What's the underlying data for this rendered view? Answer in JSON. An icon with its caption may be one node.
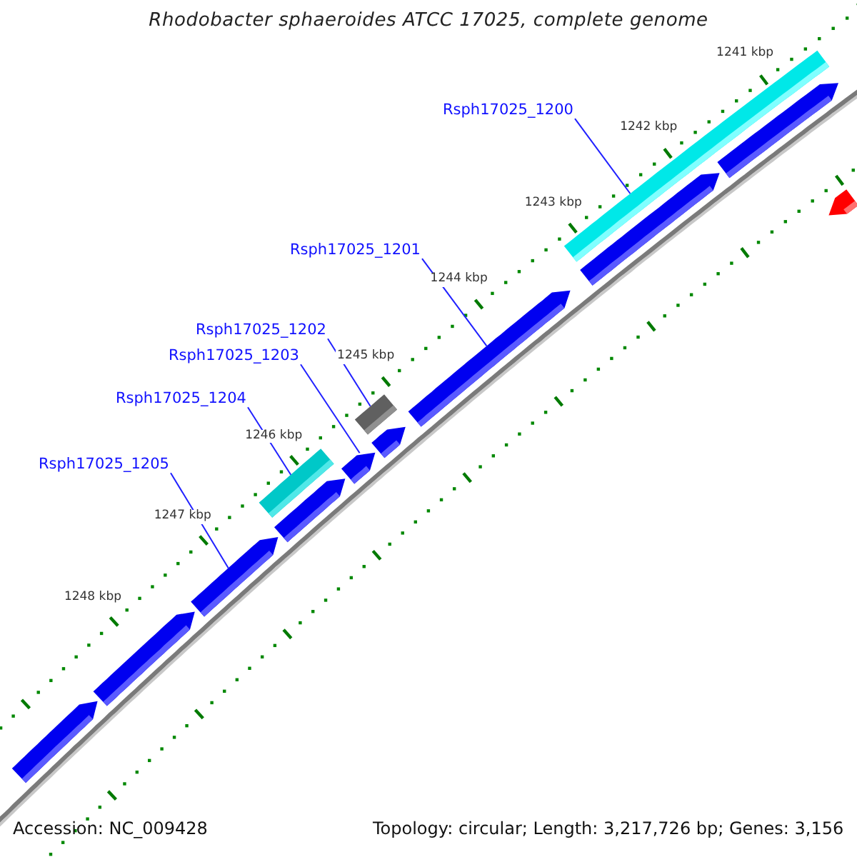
{
  "diagram": {
    "title": "Rhodobacter sphaeroides ATCC 17025, complete genome",
    "nodes": [
      {
        "text": [
          "Rsph17025_1200"
        ]
      },
      {
        "text": [
          "Rsph17025_1201"
        ]
      },
      {
        "text": [
          "Rsph17025_1202"
        ]
      },
      {
        "text": [
          "Rsph17025_1203"
        ]
      },
      {
        "text": [
          "Rsph17025_1204"
        ]
      },
      {
        "text": [
          "Rsph17025_1205"
        ]
      },
      {
        "text": [],
        "shape": "bar"
      },
      {
        "text": [],
        "shape": "bar"
      },
      {
        "text": [],
        "shape": "bar"
      },
      {
        "text": [],
        "shape": "bar"
      },
      {
        "text": [],
        "shape": "bar"
      },
      {
        "text": [],
        "shape": "bar"
      },
      {
        "text": [],
        "shape": "bar"
      },
      {
        "text": [],
        "shape": "bar"
      },
      {
        "text": [],
        "shape": "bar"
      },
      {
        "text": [],
        "shape": "bar"
      },
      {
        "text": [],
        "shape": "bar"
      },
      {
        "text": [],
        "shape": "bar"
      },
      {
        "text": [],
        "shape": "bar"
      }
    ],
    "edges": [
      {
        "from": 0,
        "to": 6,
        "arrow": "none"
      },
      {
        "from": 1,
        "to": 10,
        "arrow": "none"
      },
      {
        "from": 2,
        "to": 11,
        "arrow": "none"
      },
      {
        "from": 3,
        "to": 13,
        "arrow": "none"
      },
      {
        "from": 4,
        "to": 14,
        "arrow": "none"
      },
      {
        "from": 5,
        "to": 16,
        "arrow": "none"
      }
    ],
    "labels": [
      "1241 kbp",
      "1242 kbp",
      "1243 kbp",
      "1244 kbp",
      "1245 kbp",
      "1246 kbp",
      "1247 kbp",
      "1248 kbp",
      "Accession: NC_009428",
      "Topology: circular; Length: 3,217,726 bp; Genes: 3,156"
    ]
  }
}
